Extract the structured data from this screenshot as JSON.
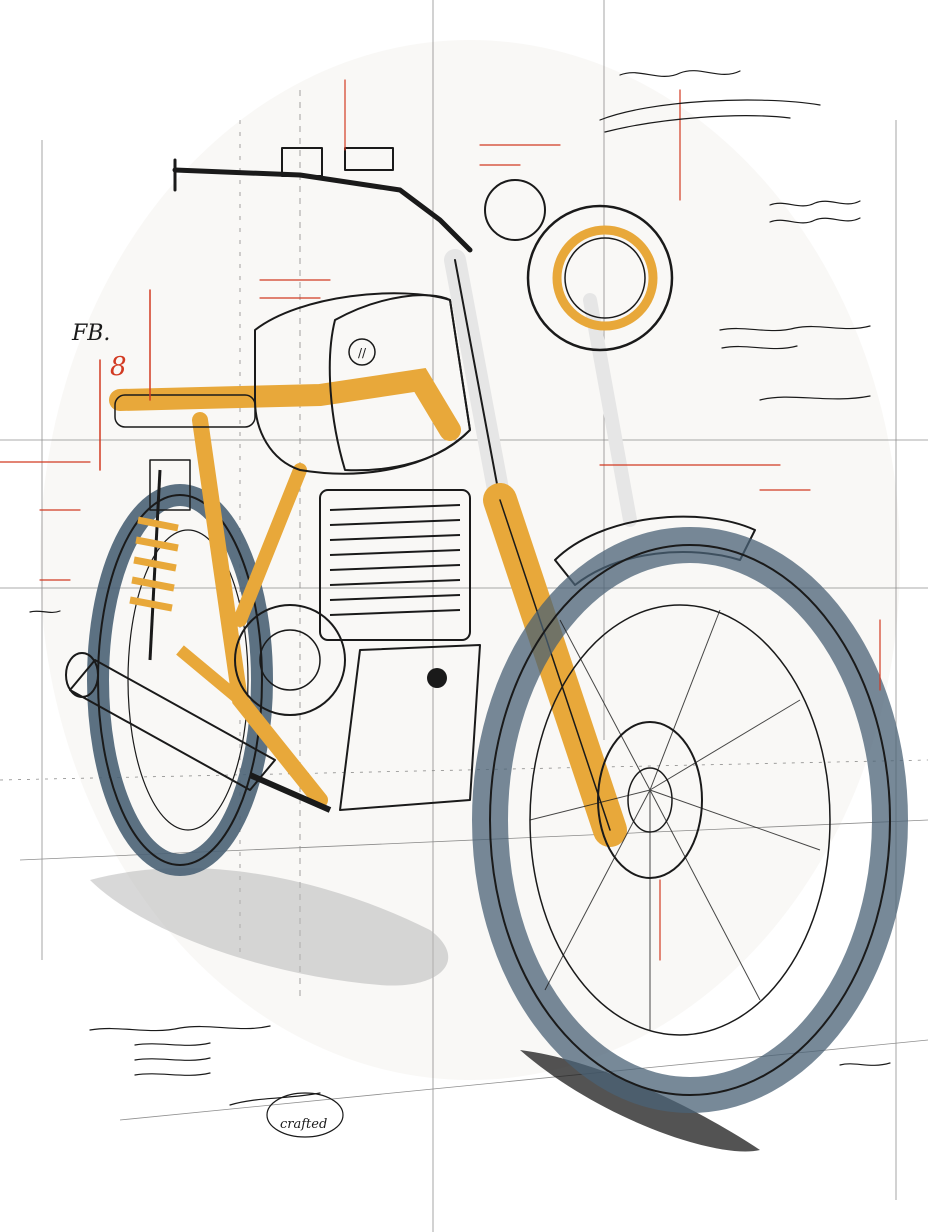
{
  "artwork": {
    "subject": "motorcycle-sketch",
    "palette": {
      "paper": "#ffffff",
      "ink": "#1a1a1a",
      "frame_yellow": "#e8a83a",
      "tank_blue": "#2f6f9f",
      "tire_grey": "#4a6276",
      "annotation_red": "#d23a22",
      "shadow": "#b8b8b8"
    },
    "labels": {
      "tank_badge": "//",
      "side_label_left": "FB.",
      "spec_number": "8",
      "footer_signature": "crafted"
    }
  }
}
